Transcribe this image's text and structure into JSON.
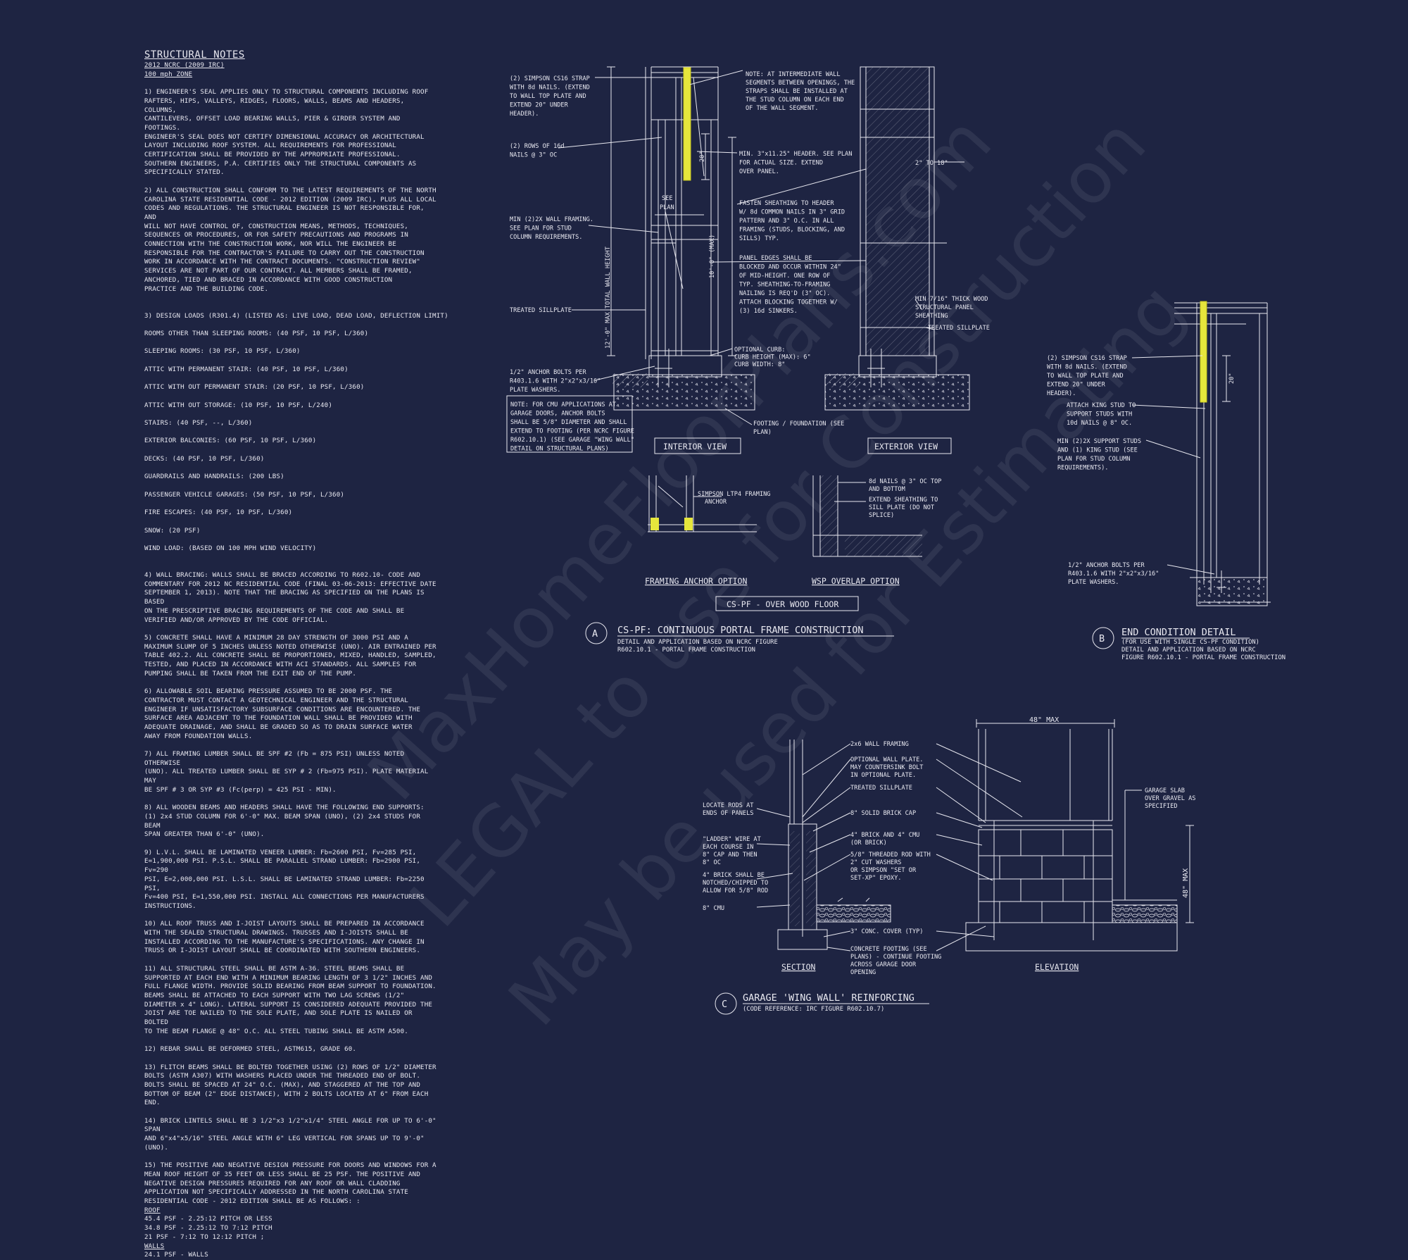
{
  "notes": {
    "title": "STRUCTURAL NOTES",
    "subtitle1": "2012 NCRC (2009 IRC)",
    "subtitle2": "100 mph ZONE",
    "n1": "1) ENGINEER'S SEAL APPLIES ONLY TO STRUCTURAL COMPONENTS INCLUDING ROOF\nRAFTERS, HIPS, VALLEYS, RIDGES, FLOORS, WALLS, BEAMS AND HEADERS, COLUMNS,\nCANTILEVERS, OFFSET LOAD BEARING WALLS, PIER & GIRDER SYSTEM AND FOOTINGS.\nENGINEER'S SEAL DOES NOT CERTIFY DIMENSIONAL ACCURACY OR ARCHITECTURAL\nLAYOUT INCLUDING ROOF SYSTEM. ALL REQUIREMENTS FOR PROFESSIONAL\nCERTIFICATION SHALL BE PROVIDED BY THE APPROPRIATE PROFESSIONAL.\nSOUTHERN ENGINEERS, P.A. CERTIFIES ONLY THE STRUCTURAL COMPONENTS AS\nSPECIFICALLY STATED.",
    "n2": "2) ALL CONSTRUCTION SHALL CONFORM TO THE LATEST REQUIREMENTS OF THE NORTH\nCAROLINA STATE RESIDENTIAL CODE - 2012 EDITION (2009 IRC), PLUS ALL LOCAL\nCODES AND REGULATIONS. THE STRUCTURAL ENGINEER IS NOT RESPONSIBLE FOR, AND\nWILL NOT HAVE CONTROL OF, CONSTRUCTION MEANS, METHODS, TECHNIQUES,\nSEQUENCES OR PROCEDURES, OR FOR SAFETY PRECAUTIONS AND PROGRAMS IN\nCONNECTION WITH THE CONSTRUCTION WORK, NOR WILL THE ENGINEER BE\nRESPONSIBLE FOR THE CONTRACTOR'S FAILURE TO CARRY OUT THE CONSTRUCTION\nWORK IN ACCORDANCE WITH THE CONTRACT DOCUMENTS. \"CONSTRUCTION REVIEW\"\nSERVICES ARE NOT PART OF OUR CONTRACT. ALL MEMBERS SHALL BE FRAMED,\nANCHORED, TIED AND BRACED IN ACCORDANCE WITH GOOD CONSTRUCTION\nPRACTICE AND THE BUILDING CODE.",
    "n3_head": "3) DESIGN LOADS (R301.4) (LISTED AS: LIVE LOAD, DEAD LOAD, DEFLECTION LIMIT)",
    "n3_lines": [
      "ROOMS OTHER THAN SLEEPING ROOMS: (40 PSF, 10 PSF, L/360)",
      "SLEEPING ROOMS: (30 PSF, 10 PSF, L/360)",
      "ATTIC WITH PERMANENT STAIR: (40 PSF, 10 PSF, L/360)",
      "ATTIC WITH OUT PERMANENT STAIR: (20 PSF, 10 PSF, L/360)",
      "ATTIC WITH OUT STORAGE: (10 PSF, 10 PSF, L/240)",
      "STAIRS: (40 PSF, --, L/360)",
      "EXTERIOR BALCONIES: (60 PSF, 10 PSF, L/360)",
      "DECKS: (40 PSF, 10 PSF, L/360)",
      "GUARDRAILS AND HANDRAILS: (200 LBS)",
      "PASSENGER VEHICLE GARAGES: (50 PSF, 10 PSF, L/360)",
      "FIRE ESCAPES: (40 PSF, 10 PSF, L/360)",
      "SNOW: (20 PSF)",
      "WIND LOAD: (BASED ON 100 MPH WIND VELOCITY)"
    ],
    "n4": "4) WALL BRACING: WALLS SHALL BE BRACED ACCORDING TO R602.10- CODE AND\nCOMMENTARY FOR 2012 NC RESIDENTIAL CODE (FINAL 03-06-2013: EFFECTIVE DATE\nSEPTEMBER 1, 2013). NOTE THAT THE BRACING AS SPECIFIED ON THE PLANS IS BASED\nON THE PRESCRIPTIVE BRACING REQUIREMENTS OF THE CODE AND SHALL BE\nVERIFIED AND/OR APPROVED BY THE CODE OFFICIAL.",
    "n5": "5) CONCRETE SHALL HAVE A MINIMUM 28 DAY STRENGTH OF 3000 PSI AND A\nMAXIMUM SLUMP OF 5 INCHES UNLESS NOTED OTHERWISE (UNO). AIR ENTRAINED PER\nTABLE 402.2. ALL CONCRETE SHALL BE PROPORTIONED, MIXED, HANDLED, SAMPLED,\nTESTED, AND PLACED IN ACCORDANCE WITH ACI STANDARDS. ALL SAMPLES FOR\nPUMPING SHALL BE TAKEN FROM THE EXIT END OF THE PUMP.",
    "n6": "6) ALLOWABLE SOIL BEARING PRESSURE ASSUMED TO BE 2000 PSF. THE\nCONTRACTOR MUST CONTACT A GEOTECHNICAL ENGINEER AND THE STRUCTURAL\nENGINEER IF UNSATISFACTORY SUBSURFACE CONDITIONS ARE ENCOUNTERED. THE\nSURFACE AREA ADJACENT TO THE FOUNDATION WALL SHALL BE PROVIDED WITH\nADEQUATE DRAINAGE, AND SHALL BE GRADED SO AS TO DRAIN SURFACE WATER\nAWAY FROM FOUNDATION WALLS.",
    "n7": "7) ALL FRAMING LUMBER SHALL BE SPF #2 (Fb = 875 PSI) UNLESS NOTED OTHERWISE\n(UNO). ALL TREATED LUMBER SHALL BE SYP # 2 (Fb=975 PSI). PLATE MATERIAL MAY\nBE SPF # 3 OR SYP #3 (Fc(perp) = 425 PSI - MIN).",
    "n8": "8) ALL WOODEN BEAMS AND HEADERS SHALL HAVE THE FOLLOWING END SUPPORTS:\n(1) 2x4 STUD COLUMN FOR 6'-0\" MAX. BEAM SPAN (UNO), (2) 2x4 STUDS FOR BEAM\nSPAN GREATER THAN 6'-0\" (UNO).",
    "n9": "9) L.V.L. SHALL BE LAMINATED VENEER LUMBER: Fb=2600 PSI, Fv=285 PSI,\nE=1,900,000 PSI. P.S.L. SHALL BE PARALLEL STRAND LUMBER: Fb=2900 PSI, Fv=290\nPSI, E=2,000,000 PSI. L.S.L. SHALL BE LAMINATED STRAND LUMBER: Fb=2250 PSI,\nFv=400 PSI, E=1,550,000 PSI. INSTALL ALL CONNECTIONS PER MANUFACTURERS\nINSTRUCTIONS.",
    "n10": "10) ALL ROOF TRUSS AND I-JOIST LAYOUTS SHALL BE PREPARED IN ACCORDANCE\nWITH THE SEALED STRUCTURAL DRAWINGS. TRUSSES AND I-JOISTS SHALL BE\nINSTALLED ACCORDING TO THE MANUFACTURE'S SPECIFICATIONS. ANY CHANGE IN\nTRUSS OR I-JOIST LAYOUT SHALL BE COORDINATED WITH SOUTHERN ENGINEERS.",
    "n11": "11) ALL STRUCTURAL STEEL SHALL BE ASTM A-36. STEEL BEAMS SHALL BE\nSUPPORTED AT EACH END WITH A MINIMUM BEARING LENGTH OF 3 1/2\" INCHES AND\nFULL FLANGE WIDTH. PROVIDE SOLID BEARING FROM BEAM SUPPORT TO FOUNDATION.\nBEAMS SHALL BE ATTACHED TO EACH SUPPORT WITH TWO LAG SCREWS (1/2\"\nDIAMETER x 4\" LONG). LATERAL SUPPORT IS CONSIDERED ADEQUATE PROVIDED THE\nJOIST ARE TOE NAILED TO THE SOLE PLATE, AND SOLE PLATE IS NAILED OR BOLTED\nTO THE BEAM FLANGE @ 48\" O.C. ALL STEEL TUBING SHALL BE ASTM A500.",
    "n12": "12) REBAR SHALL BE DEFORMED STEEL, ASTM615, GRADE 60.",
    "n13": "13) FLITCH BEAMS SHALL BE BOLTED TOGETHER USING (2) ROWS OF 1/2\" DIAMETER\nBOLTS (ASTM A307) WITH WASHERS PLACED UNDER THE THREADED END OF BOLT.\nBOLTS SHALL BE SPACED AT 24\" O.C. (MAX), AND STAGGERED AT THE TOP AND\nBOTTOM OF BEAM (2\" EDGE DISTANCE), WITH 2 BOLTS LOCATED AT 6\" FROM EACH\nEND.",
    "n14": "14) BRICK LINTELS SHALL BE 3 1/2\"x3 1/2\"x1/4\" STEEL ANGLE FOR UP TO 6'-0\" SPAN\nAND 6\"x4\"x5/16\" STEEL ANGLE WITH 6\" LEG VERTICAL FOR SPANS UP TO 9'-0\" (UNO).",
    "n15": "15) THE POSITIVE AND NEGATIVE DESIGN PRESSURE FOR DOORS AND WINDOWS FOR A\nMEAN ROOF HEIGHT OF 35 FEET OR LESS SHALL BE 25 PSF. THE POSITIVE AND\nNEGATIVE DESIGN PRESSURES REQUIRED FOR ANY ROOF OR WALL CLADDING\nAPPLICATION NOT SPECIFICALLY ADDRESSED IN THE NORTH CAROLINA STATE\nRESIDENTIAL CODE - 2012 EDITION SHALL BE AS FOLLOWS: :",
    "roof_head": "ROOF",
    "roof_lines": [
      "45.4 PSF - 2.25:12 PITCH OR LESS",
      "34.8 PSF - 2.25:12 TO 7:12 PITCH",
      "21 PSF - 7:12 TO 12:12 PITCH ;"
    ],
    "walls_head": "WALLS",
    "walls_lines": [
      "24.1 PSF - WALLS"
    ]
  },
  "detail_a": {
    "circle": "A",
    "title": "CS-PF: CONTINUOUS PORTAL FRAME CONSTRUCTION",
    "sub1": "DETAIL AND APPLICATION BASED ON NCRC FIGURE",
    "sub2": "R602.10.1 - PORTAL FRAME CONSTRUCTION",
    "l_strap": [
      "(2) SIMPSON CS16 STRAP",
      "WITH 8d NAILS. (EXTEND",
      "TO WALL TOP PLATE AND",
      "EXTEND 20\" UNDER",
      "HEADER)."
    ],
    "l_rows": [
      "(2) ROWS OF 16d",
      "NAILS @ 3\" OC"
    ],
    "l_min": [
      "MIN (2)2X WALL FRAMING.",
      "SEE PLAN FOR STUD",
      "COLUMN REQUIREMENTS."
    ],
    "l_sill": "TREATED SILLPLATE",
    "l_anchor": [
      "1/2\" ANCHOR BOLTS PER",
      "R403.1.6 WITH 2\"x2\"x3/16\"",
      "PLATE WASHERS."
    ],
    "l_note": [
      "NOTE: FOR CMU APPLICATIONS AT",
      "GARAGE DOORS, ANCHOR BOLTS",
      "SHALL BE 5/8\" DIAMETER AND SHALL",
      "EXTEND TO FOOTING (PER NCRC FIGURE",
      "R602.10.1) (SEE GARAGE \"WING WALL\"",
      "DETAIL ON STRUCTURAL PLANS)"
    ],
    "l_see": [
      "SEE",
      "PLAN"
    ],
    "dim_total": "12'-0\" MAX TOTAL WALL HEIGHT",
    "dim_10": "10'-0\" (MAX)",
    "dim_20": "20\"",
    "l_inter": [
      "NOTE: AT INTERMEDIATE WALL",
      "SEGMENTS BETWEEN OPENINGS, THE",
      "STRAPS SHALL BE INSTALLED AT",
      "THE STUD COLUMN ON EACH END",
      "OF THE WALL SEGMENT."
    ],
    "l_header": [
      "MIN. 3\"x11.25\" HEADER. SEE PLAN",
      "FOR ACTUAL SIZE. EXTEND",
      "OVER PANEL."
    ],
    "l_fasten": [
      "FASTEN SHEATHING TO HEADER",
      "W/ 8d COMMON NAILS IN 3\" GRID",
      "PATTERN AND 3\" O.C. IN ALL",
      "FRAMING (STUDS, BLOCKING, AND",
      "SILLS) TYP."
    ],
    "l_panel": [
      "PANEL EDGES SHALL BE",
      "BLOCKED AND OCCUR WITHIN 24\"",
      "OF MID-HEIGHT. ONE ROW OF",
      "TYP. SHEATHING-TO-FRAMING",
      "NAILING IS REQ'D (3\" OC).",
      "ATTACH BLOCKING TOGETHER W/",
      "(3) 16d SINKERS."
    ],
    "l_curb": [
      "OPTIONAL CURB:",
      "CURB HEIGHT (MAX): 6\"",
      "CURB WIDTH: 8\""
    ],
    "l_footing": [
      "FOOTING / FOUNDATION (SEE",
      "PLAN)"
    ],
    "l_sheath": [
      "MIN 7/16\" THICK WOOD",
      "STRUCTURAL PANEL",
      "SHEATHING"
    ],
    "l_sill2": "TREATED SILLPLATE",
    "dim_2to18": "2\" TO 18\"",
    "view_int": "INTERIOR VIEW",
    "view_ext": "EXTERIOR VIEW",
    "l_ltp4": [
      "SIMPSON LTP4 FRAMING",
      "ANCHOR"
    ],
    "l_8d": [
      "8d NAILS @ 3\" OC TOP",
      "AND BOTTOM"
    ],
    "l_extend": [
      "EXTEND SHEATHING TO",
      "SILL PLATE (DO NOT",
      "SPLICE)"
    ],
    "opt_fa": "FRAMING ANCHOR OPTION",
    "opt_wsp": "WSP OVERLAP OPTION",
    "cspf": "CS-PF - OVER WOOD FLOOR"
  },
  "detail_b": {
    "circle": "B",
    "title": "END CONDITION DETAIL",
    "sub1": "(FOR USE WITH SINGLE CS-PF CONDITION)",
    "sub2": "DETAIL AND APPLICATION BASED ON NCRC",
    "sub3": "FIGURE R602.10.1 - PORTAL FRAME CONSTRUCTION",
    "l_strap": [
      "(2) SIMPSON CS16 STRAP",
      "WITH 8d NAILS. (EXTEND",
      "TO WALL TOP PLATE AND",
      "EXTEND 20\" UNDER",
      "HEADER)."
    ],
    "l_king": [
      "ATTACH KING STUD TO",
      "SUPPORT STUDS WITH",
      "10d NAILS @ 8\" OC."
    ],
    "l_min": [
      "MIN (2)2X SUPPORT STUDS",
      "AND (1) KING STUD (SEE",
      "PLAN FOR STUD COLUMN",
      "REQUIREMENTS)."
    ],
    "l_anchor": [
      "1/2\" ANCHOR BOLTS PER",
      "R403.1.6 WITH 2\"x2\"x3/16\"",
      "PLATE WASHERS."
    ],
    "dim_20": "20\""
  },
  "detail_c": {
    "circle": "C",
    "title": "GARAGE 'WING WALL' REINFORCING",
    "sub1": "(CODE REFERENCE: IRC FIGURE R602.10.7)",
    "dim_48": "48\" MAX",
    "dim_48v": "48\" MAX",
    "l_2x6": "2x6 WALL FRAMING",
    "l_optplate": [
      "OPTIONAL WALL PLATE.",
      "MAY COUNTERSINK BOLT",
      "IN OPTIONAL PLATE."
    ],
    "l_sill": "TREATED SILLPLATE",
    "l_brickcap": "8\" SOLID BRICK CAP",
    "l_brickcmu": [
      "4\" BRICK AND 4\" CMU",
      "(OR BRICK)"
    ],
    "l_rod": [
      "5/8\" THREADED ROD WITH",
      "2\" CUT WASHERS",
      "OR SIMPSON \"SET OR",
      "SET-XP\" EPOXY."
    ],
    "l_cover": "3\" CONC. COVER (TYP)",
    "l_ftg": [
      "CONCRETE FOOTING (SEE",
      "PLANS) - CONTINUE FOOTING",
      "ACROSS GARAGE DOOR",
      "OPENING"
    ],
    "l_locate": [
      "LOCATE RODS AT",
      "ENDS OF PANELS"
    ],
    "l_ladder": [
      "\"LADDER\" WIRE AT",
      "EACH COURSE IN",
      "8\" CAP AND THEN",
      "8\" OC"
    ],
    "l_notch": [
      "4\" BRICK SHALL BE",
      "NOTCHED/CHIPPED TO",
      "ALLOW FOR 5/8\" ROD"
    ],
    "l_cmu": "8\" CMU",
    "l_slab": [
      "GARAGE SLAB",
      "OVER GRAVEL AS",
      "SPECIFIED"
    ],
    "section": "SECTION",
    "elevation": "ELEVATION"
  },
  "watermark": {
    "line1": "MaxHomeFloorPlans.com",
    "line2": "LEGAL to use for Construction",
    "line3": "May be used for Estimating"
  },
  "colors": {
    "background": "#1e2442",
    "line": "#e8e8f0",
    "strap": "#e6e63c"
  }
}
